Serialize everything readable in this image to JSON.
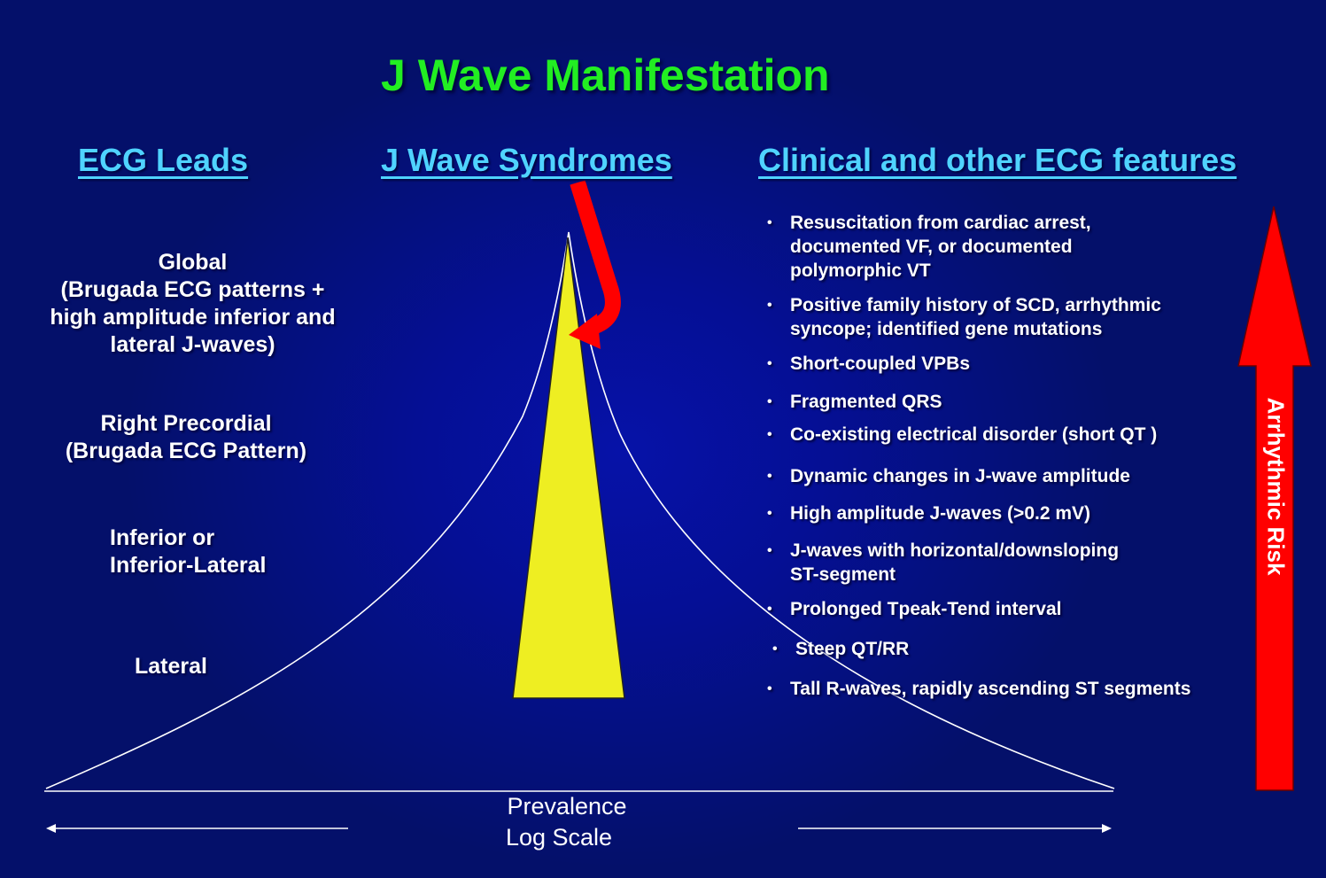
{
  "title": "J Wave Manifestation",
  "headers": {
    "ecg_leads": "ECG Leads",
    "syndromes": "J Wave Syndromes",
    "clinical": "Clinical and other ECG features"
  },
  "leads": {
    "global": [
      "Global",
      "(Brugada ECG patterns +",
      "high amplitude inferior and",
      "lateral J-waves)"
    ],
    "right_precordial": [
      "Right Precordial",
      "(Brugada ECG Pattern)"
    ],
    "inferior": [
      "Inferior or",
      "Inferior-Lateral"
    ],
    "lateral": [
      "Lateral"
    ]
  },
  "features": {
    "bullet": "•",
    "items": [
      [
        "Resuscitation from cardiac arrest,",
        "documented VF,  or documented",
        "polymorphic VT"
      ],
      [
        "Positive family history of SCD, arrhythmic",
        "syncope; identified gene mutations"
      ],
      [
        "Short-coupled VPBs"
      ],
      [
        "Fragmented QRS"
      ],
      [
        "Co-existing electrical disorder (short QT )"
      ],
      [
        "Dynamic changes in J-wave amplitude"
      ],
      [
        "High amplitude J-waves (>0.2 mV)"
      ],
      [
        "J-waves with horizontal/downsloping",
        "ST-segment"
      ],
      [
        "Prolonged Tpeak-Tend interval"
      ],
      [
        "Steep QT/RR"
      ],
      [
        "Tall R-waves, rapidly ascending  ST segments"
      ]
    ]
  },
  "prevalence": [
    "Prevalence",
    "Log Scale"
  ],
  "risk_label": "Arrhythmic Risk",
  "colors": {
    "title": "#22ee22",
    "header": "#4fd3ff",
    "triangle": "#eeee22",
    "arrow": "#ff0000",
    "background": "#04106a"
  }
}
